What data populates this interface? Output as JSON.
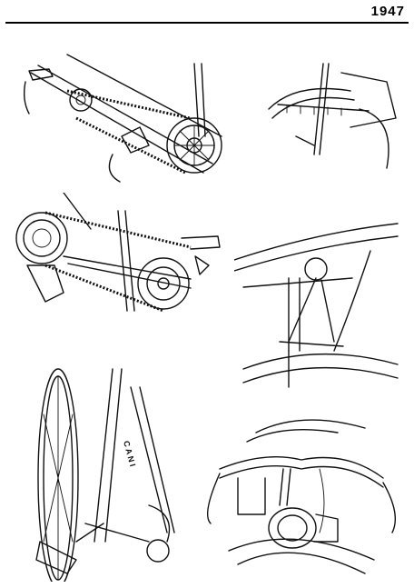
{
  "page": {
    "year": "1947"
  },
  "illustrations": [
    {
      "id": "derailleur-and-chainring",
      "icon": "bicycle-drivetrain-drawing"
    },
    {
      "id": "rear-rack",
      "icon": "bicycle-rack-drawing"
    },
    {
      "id": "rear-derailleur-chain",
      "icon": "bicycle-derailleur-drawing"
    },
    {
      "id": "fork-crown-brake",
      "icon": "bicycle-brake-drawing"
    },
    {
      "id": "frame-and-wheel",
      "icon": "bicycle-frame-drawing"
    },
    {
      "id": "handlebar-and-lamp",
      "icon": "bicycle-handlebar-drawing"
    }
  ]
}
